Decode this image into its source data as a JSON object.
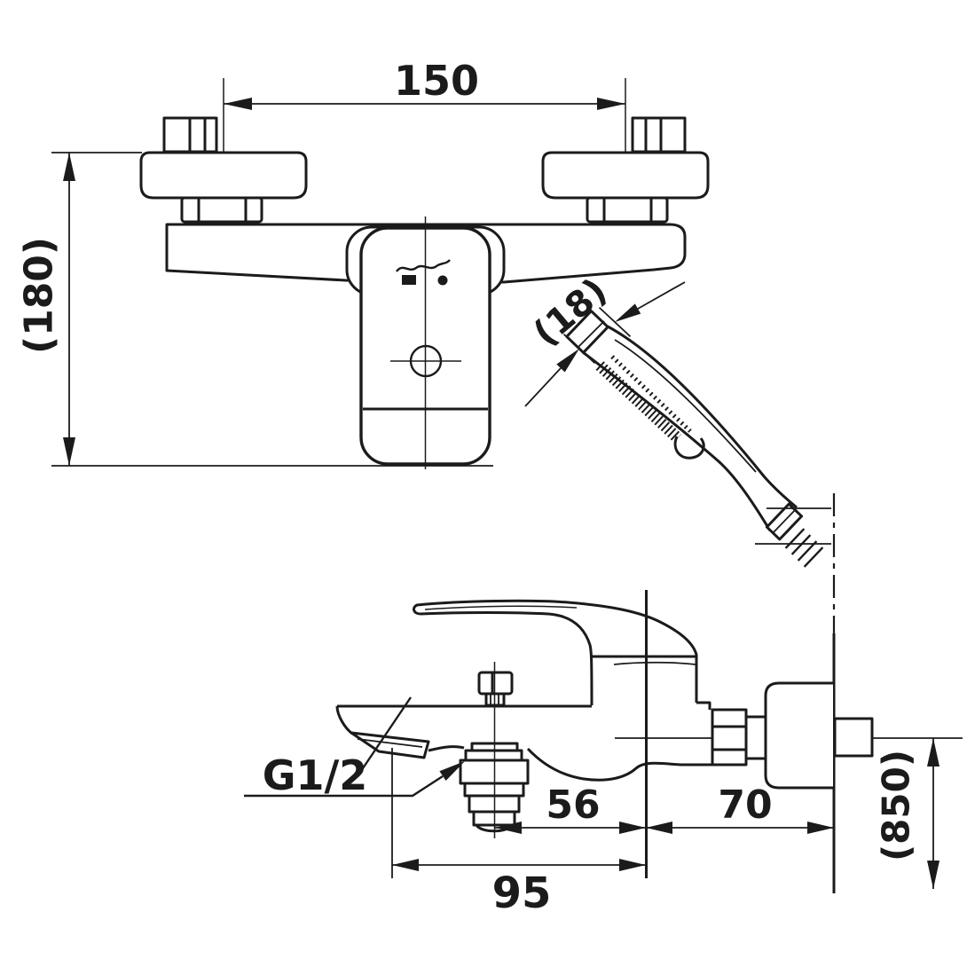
{
  "drawing": {
    "type": "technical-dimension-drawing",
    "subject": "wall-mounted bath shower mixer with hand shower, front and side elevations",
    "labels": {
      "d150": "150",
      "d180": "(180)",
      "d18": "(18)",
      "g12": "G1/2",
      "d56": "56",
      "d70": "70",
      "d95": "95",
      "d850": "(850)"
    },
    "colors": {
      "line": "#1b1b1b",
      "background": "#ffffff"
    }
  }
}
